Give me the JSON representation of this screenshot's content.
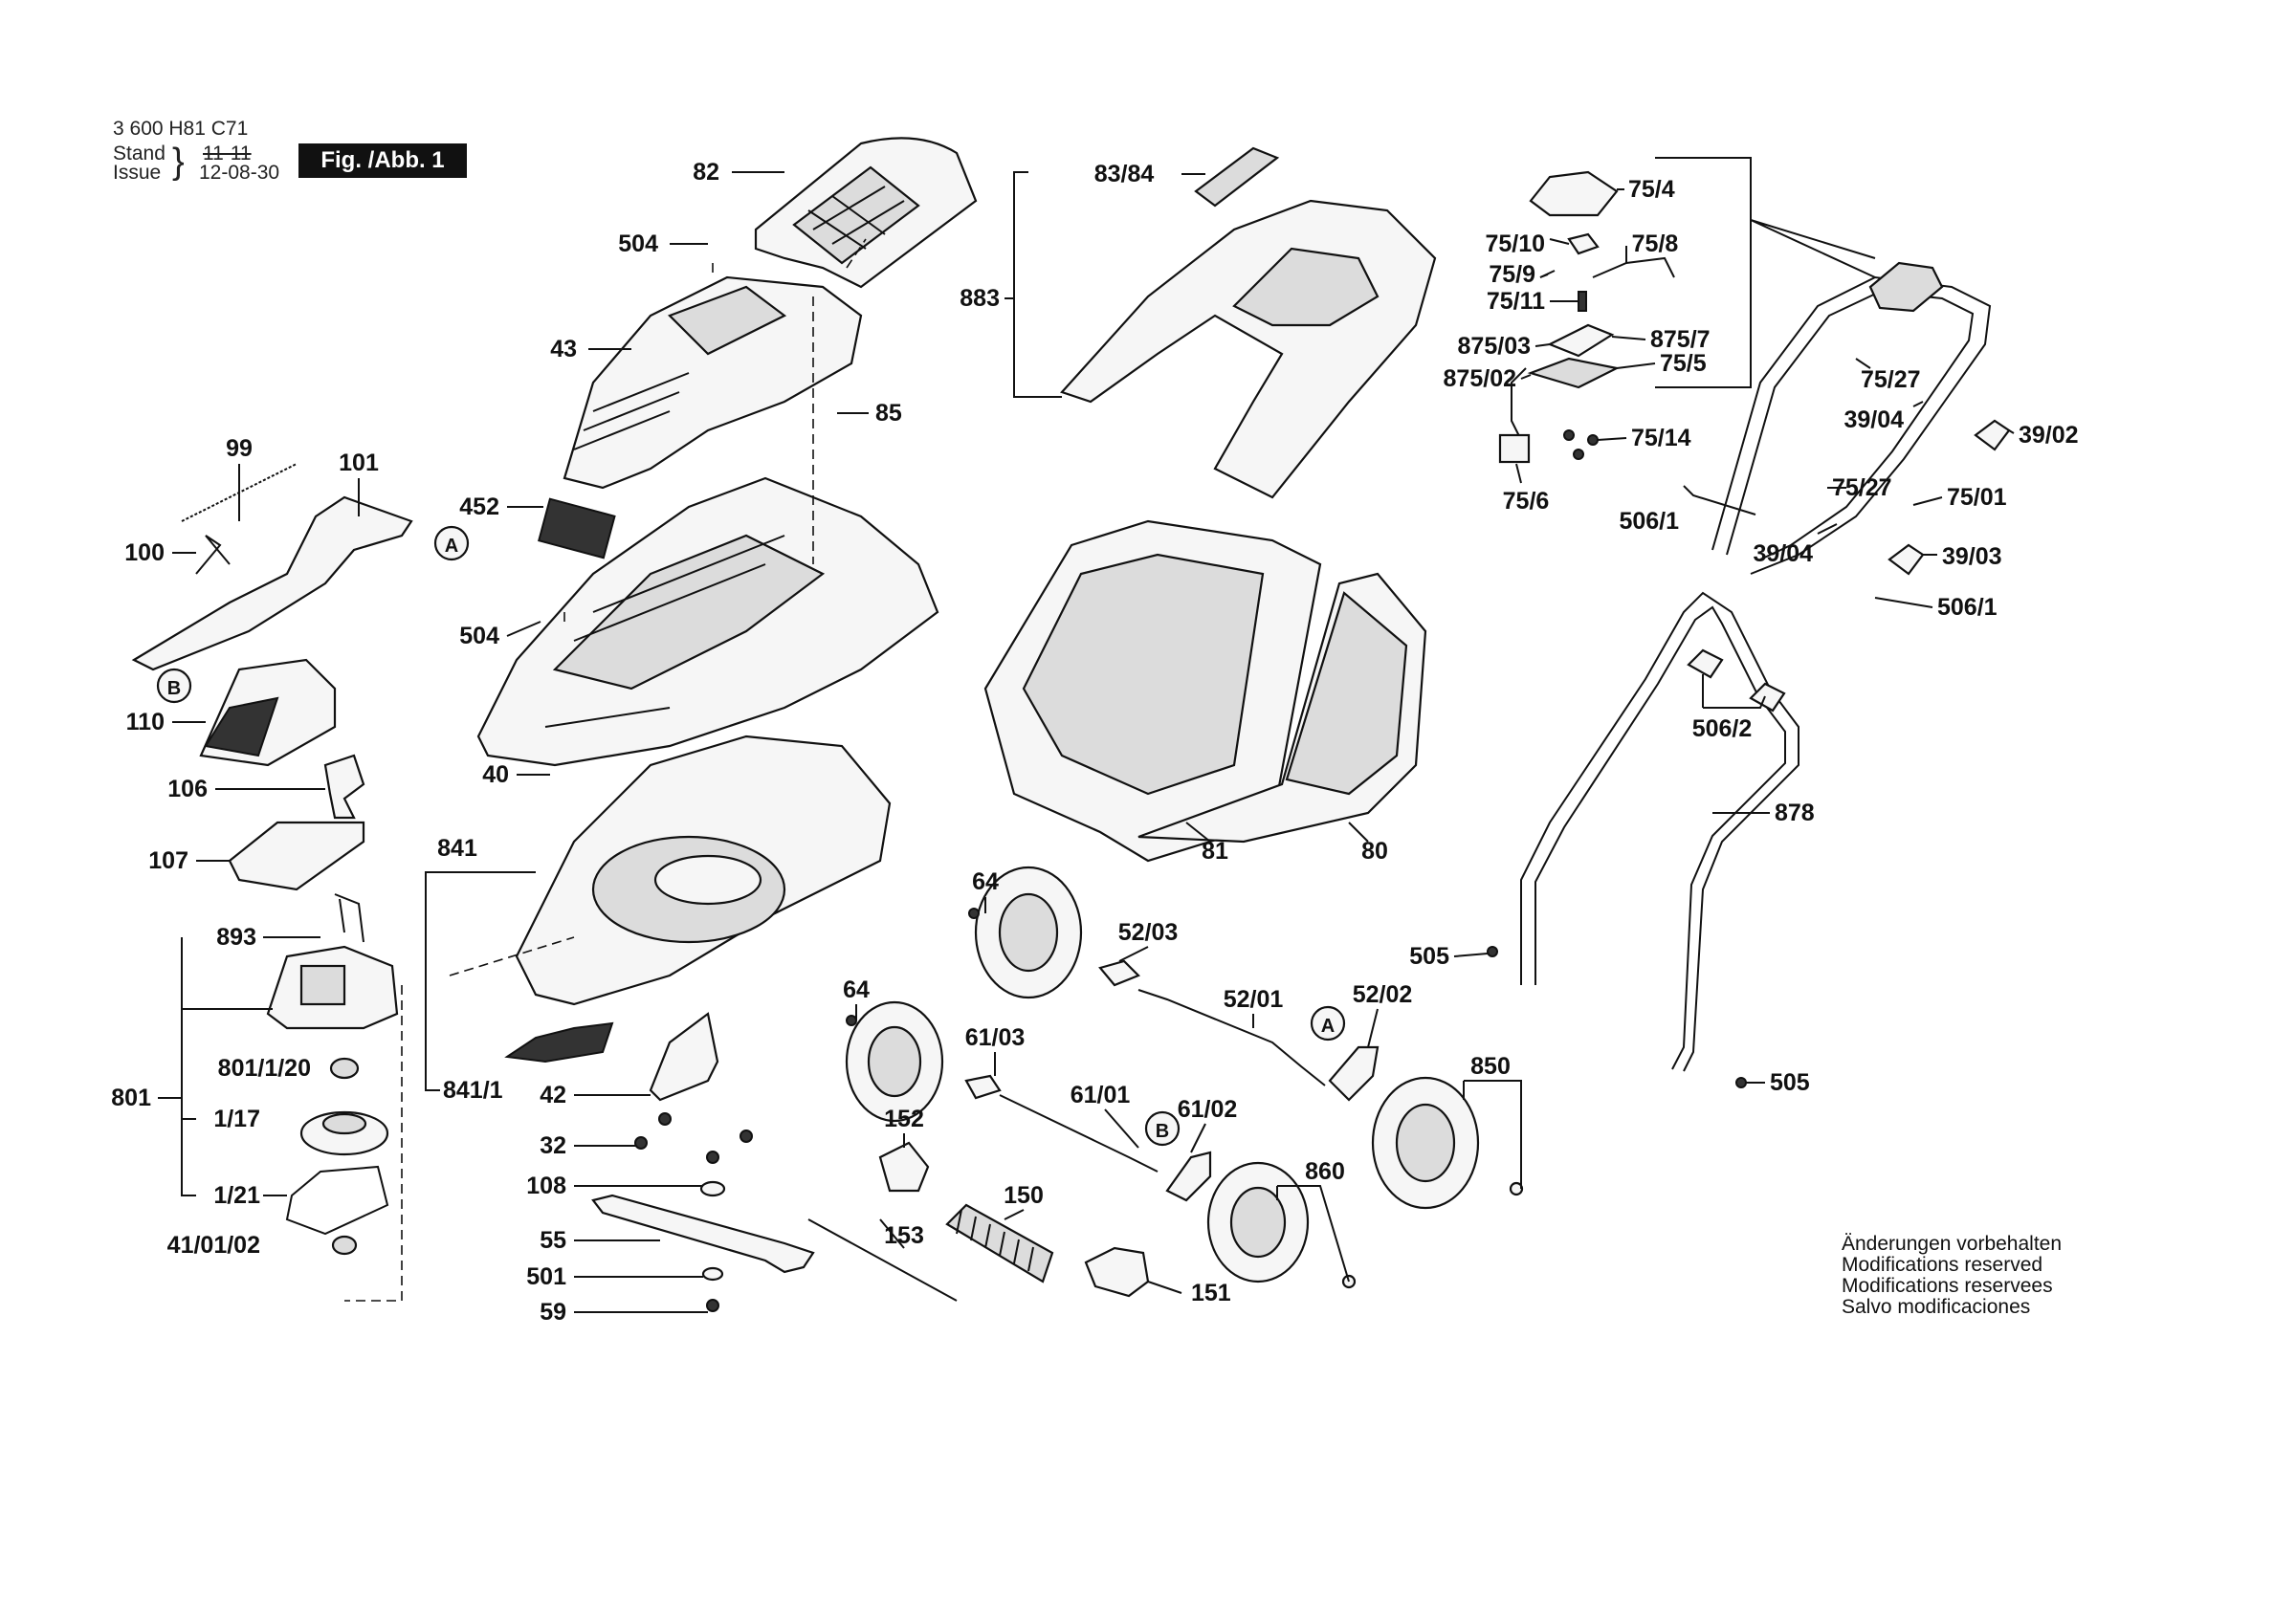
{
  "header": {
    "doc_number": "3 600 H81 C71",
    "stand_label": "Stand",
    "issue_label": "Issue",
    "stand_date": "11-11",
    "issue_date": "12-08-30",
    "figure_badge": "Fig. /Abb. 1"
  },
  "notes": [
    "Änderungen vorbehalten",
    "Modifications reserved",
    "Modifications reservees",
    "Salvo modificaciones"
  ],
  "callouts": {
    "c82": "82",
    "c504a": "504",
    "c43": "43",
    "c85": "85",
    "c99": "99",
    "c101": "101",
    "c100": "100",
    "c452": "452",
    "c504b": "504",
    "c110": "110",
    "c40": "40",
    "c106": "106",
    "c107": "107",
    "c841": "841",
    "c893": "893",
    "c801": "801",
    "c801_1_20": "801/1/20",
    "c1_17": "1/17",
    "c1_21": "1/21",
    "c41_01_02": "41/01/02",
    "c841_1": "841/1",
    "c42": "42",
    "c32": "32",
    "c108": "108",
    "c55": "55",
    "c501": "501",
    "c59": "59",
    "c153": "153",
    "c152": "152",
    "c150": "150",
    "c151": "151",
    "c64a": "64",
    "c64b": "64",
    "c61_03": "61/03",
    "c61_01": "61/01",
    "c61_02": "61/02",
    "c52_03": "52/03",
    "c52_01": "52/01",
    "c52_02": "52/02",
    "c860": "860",
    "c850": "850",
    "c81": "81",
    "c80": "80",
    "c83_84": "83/84",
    "c883": "883",
    "c75_4": "75/4",
    "c75_10": "75/10",
    "c75_8": "75/8",
    "c75_9": "75/9",
    "c75_11": "75/11",
    "c875_03": "875/03",
    "c875_7": "875/7",
    "c875_02": "875/02",
    "c75_5": "75/5",
    "c75_14": "75/14",
    "c75_6": "75/6",
    "c506_1a": "506/1",
    "c75_27a": "75/27",
    "c39_04a": "39/04",
    "c39_02": "39/02",
    "c75_27b": "75/27",
    "c75_01": "75/01",
    "c39_04b": "39/04",
    "c39_03": "39/03",
    "c506_1b": "506/1",
    "c506_2": "506/2",
    "c878": "878",
    "c505a": "505",
    "c505b": "505",
    "marker_a1": "A",
    "marker_b1": "B",
    "marker_a2": "A",
    "marker_b2": "B"
  }
}
